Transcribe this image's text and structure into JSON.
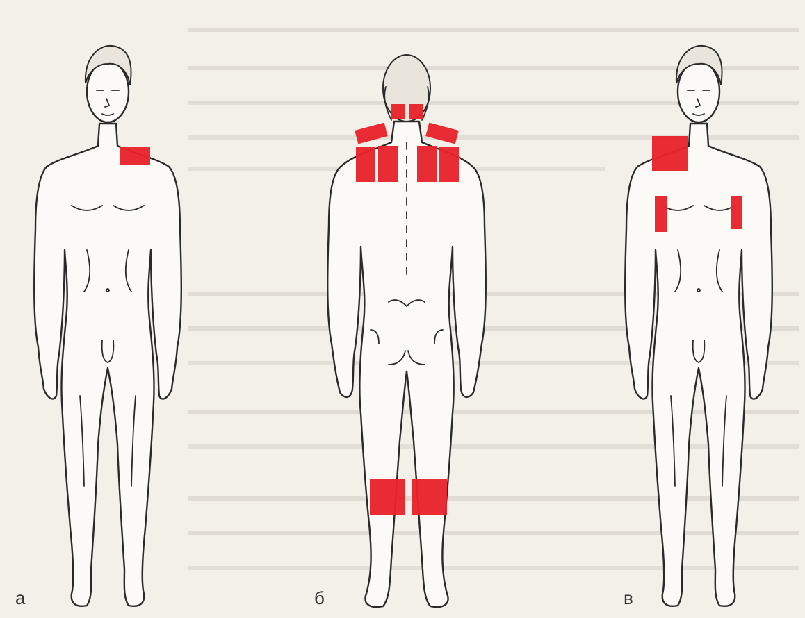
{
  "labels": {
    "a": "а",
    "b": "б",
    "c": "в"
  },
  "colors": {
    "patch": "#e8232b",
    "ink": "#2a2a2a",
    "paper": "#f3f0ea",
    "faded_text": "#bdb8ae"
  },
  "figures": [
    {
      "view": "front",
      "patches": 1
    },
    {
      "view": "back",
      "patches": 10
    },
    {
      "view": "front",
      "patches": 3
    }
  ]
}
